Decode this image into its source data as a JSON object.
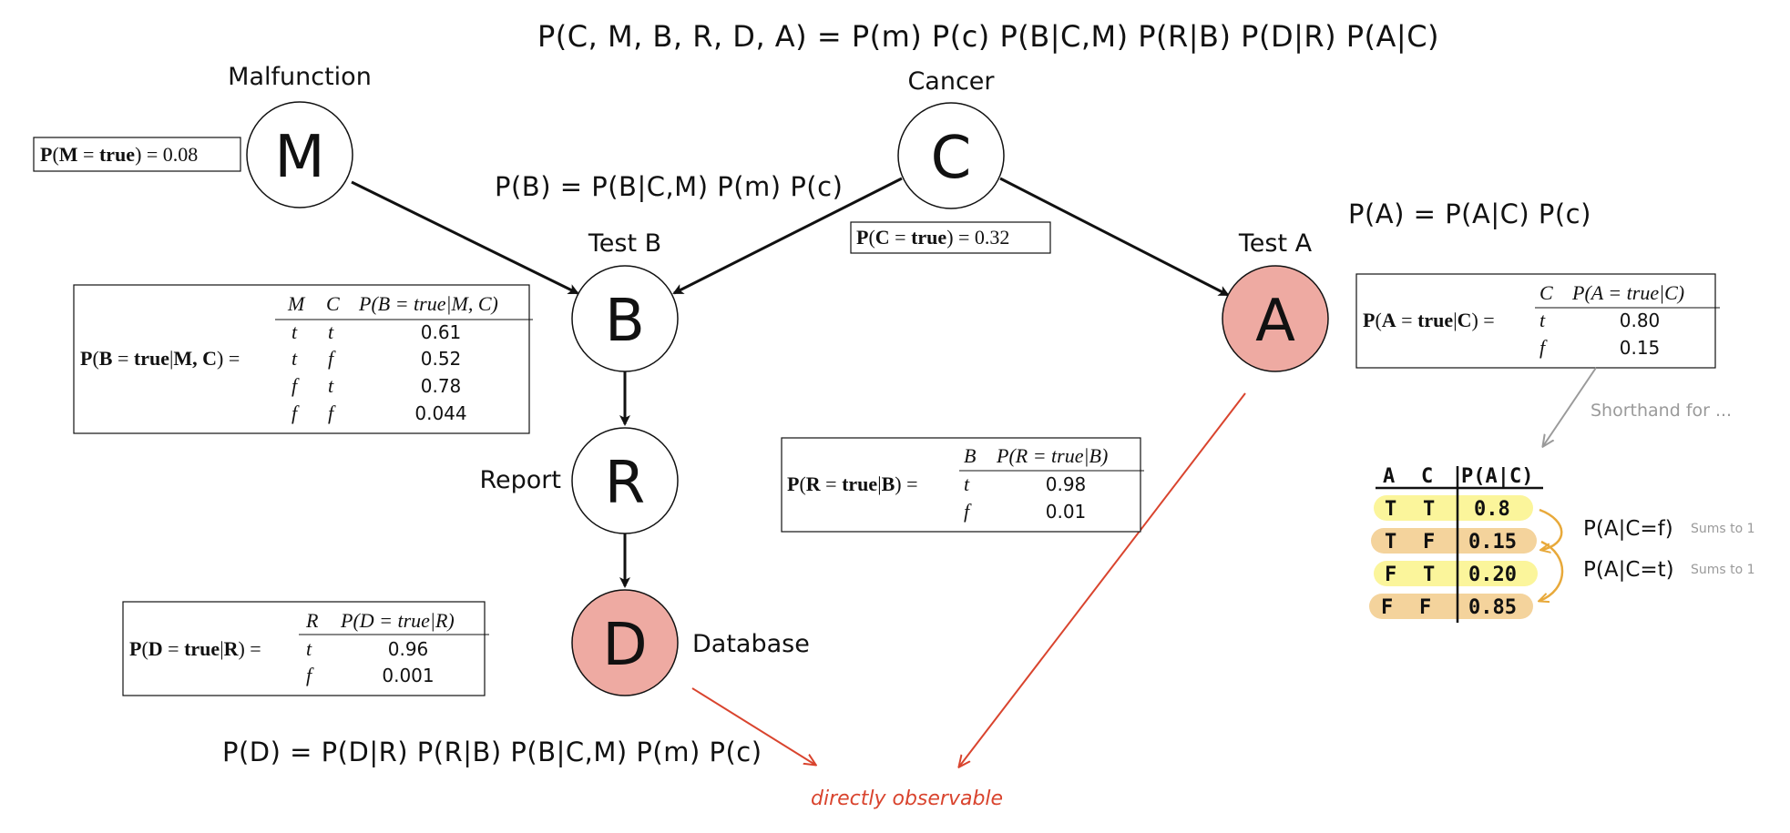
{
  "joint_formula": "P(C, M, B, R, D, A)  =  P(m) P(c) P(B|C,M) P(R|B) P(D|R) P(A|C)",
  "nodes": {
    "M": {
      "letter": "M",
      "name": "Malfunction",
      "fill": "#ffffff"
    },
    "C": {
      "letter": "C",
      "name": "Cancer",
      "fill": "#ffffff"
    },
    "B": {
      "letter": "B",
      "name": "Test B",
      "fill": "#ffffff"
    },
    "A": {
      "letter": "A",
      "name": "Test A",
      "fill": "#eeaaa2"
    },
    "R": {
      "letter": "R",
      "name": "Report",
      "fill": "#ffffff"
    },
    "D": {
      "letter": "D",
      "name": "Database",
      "fill": "#eeaaa2"
    }
  },
  "marginals": {
    "B": "P(B) = P(B|C,M) P(m) P(c)",
    "A": "P(A) = P(A|C) P(c)",
    "D": "P(D)  =  P(D|R) P(R|B) P(B|C,M) P(m) P(c)"
  },
  "priors": {
    "M": {
      "var": "M",
      "value": "0.08"
    },
    "C": {
      "var": "C",
      "value": "0.32"
    }
  },
  "cpt_B": {
    "lhs_var": "B",
    "lhs_given": "M, C",
    "headers": [
      "M",
      "C",
      "P(B = true|M, C)"
    ],
    "rows": [
      [
        "t",
        "t",
        "0.61"
      ],
      [
        "t",
        "f",
        "0.52"
      ],
      [
        "f",
        "t",
        "0.78"
      ],
      [
        "f",
        "f",
        "0.044"
      ]
    ]
  },
  "cpt_A": {
    "lhs_var": "A",
    "lhs_given": "C",
    "headers": [
      "C",
      "P(A = true|C)"
    ],
    "rows": [
      [
        "t",
        "0.80"
      ],
      [
        "f",
        "0.15"
      ]
    ]
  },
  "cpt_R": {
    "lhs_var": "R",
    "lhs_given": "B",
    "headers": [
      "B",
      "P(R = true|B)"
    ],
    "rows": [
      [
        "t",
        "0.98"
      ],
      [
        "f",
        "0.01"
      ]
    ]
  },
  "cpt_D": {
    "lhs_var": "D",
    "lhs_given": "R",
    "headers": [
      "R",
      "P(D = true|R)"
    ],
    "rows": [
      [
        "t",
        "0.96"
      ],
      [
        "f",
        "0.001"
      ]
    ]
  },
  "observable_label": "directly observable",
  "shorthand_label": "Shorthand for ...",
  "full_table": {
    "headers": [
      "A",
      "C",
      "P(A|C)"
    ],
    "rows": [
      [
        "T",
        "T",
        "0.8"
      ],
      [
        "T",
        "F",
        "0.15"
      ],
      [
        "F",
        "T",
        "0.20"
      ],
      [
        "F",
        "F",
        "0.85"
      ]
    ],
    "row_colors": [
      "#fbf59b",
      "#f4d39c",
      "#fbf59b",
      "#f4d39c"
    ],
    "note_f": "P(A|C=f)",
    "note_t": "P(A|C=t)",
    "sums_f": "Sums to 1",
    "sums_t": "Sums to 1"
  },
  "colors": {
    "observed": "#eeaaa2",
    "red_arrow": "#d9442e",
    "grey_arrow": "#9a9a9a",
    "orange_arrow": "#e8a93a"
  }
}
